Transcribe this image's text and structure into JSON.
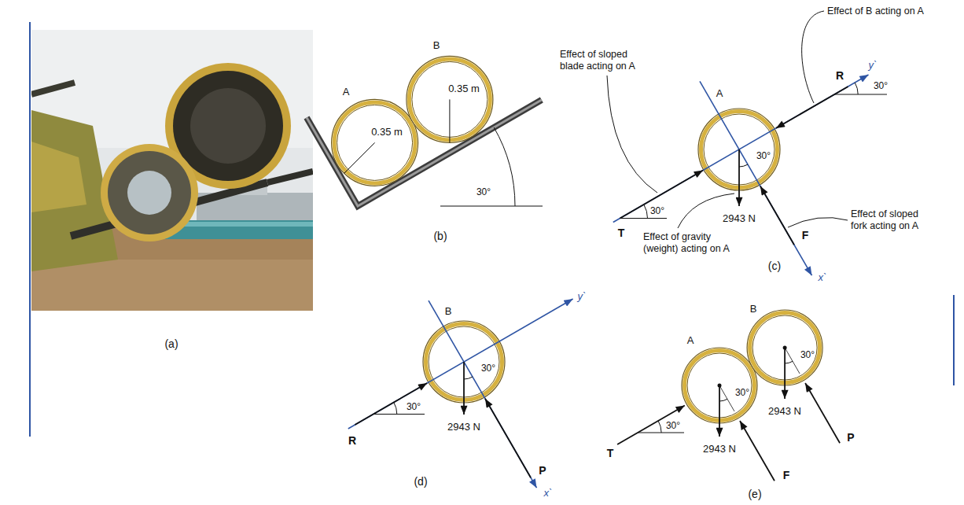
{
  "diagram": {
    "labels": [
      "(a)",
      "B",
      "0.35 m",
      "A",
      "0.35 m",
      "30°",
      "(b)",
      "Effect of B acting on A",
      "y`",
      "R",
      "A",
      "30°",
      "Effect of sloped blade acting on A",
      "30°",
      "30°",
      "T",
      "2943 N",
      "F",
      "Effect of sloped fork acting on A",
      "Effect of gravity (weight) acting on A",
      "x`",
      "(c)",
      "B",
      "y`",
      "30°",
      "30°",
      "R",
      "2943 N",
      "P",
      "x`",
      "(d)",
      "B",
      "A",
      "30°",
      "30°",
      "30°",
      "2943 N",
      "2943 N",
      "T",
      "F",
      "P",
      "(e)"
    ]
  }
}
